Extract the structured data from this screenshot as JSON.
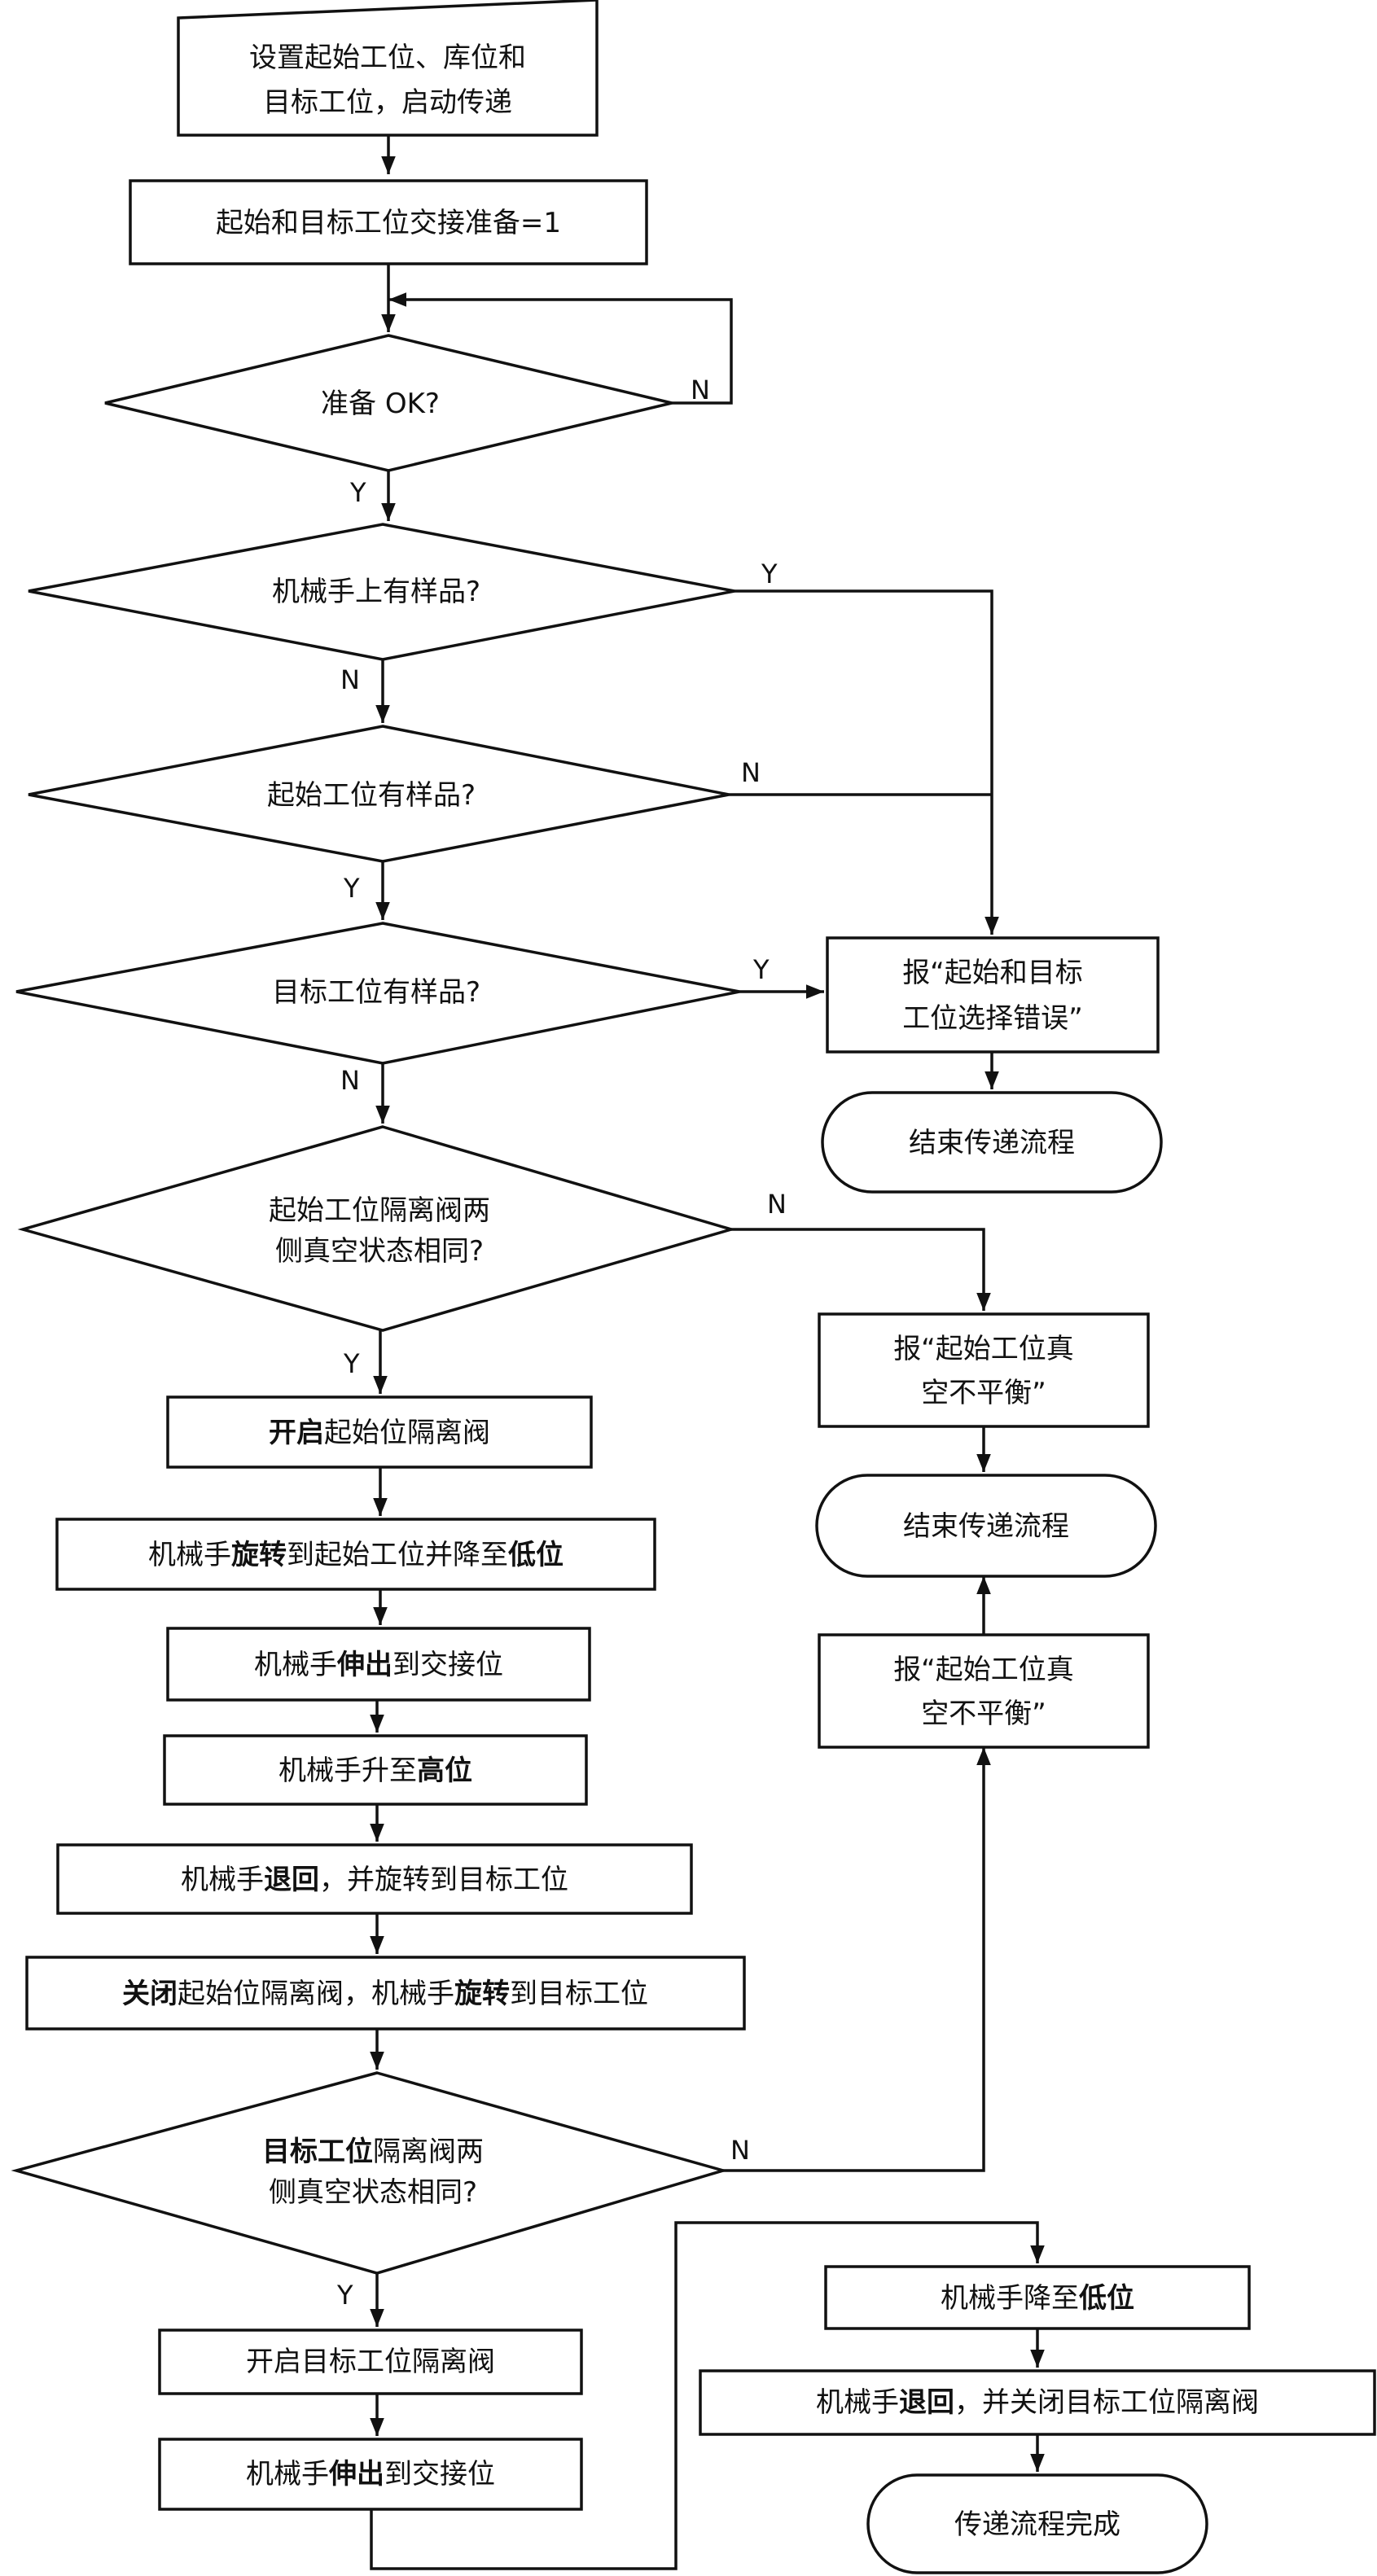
{
  "nodes": {
    "setup": {
      "line1": "设置起始工位、库位和",
      "line2": "目标工位，启动传递"
    },
    "prepare": {
      "text": "起始和目标工位交接准备=1"
    },
    "ready_check": {
      "text": "准备 OK?"
    },
    "arm_sample_check": {
      "text": "机械手上有样品?"
    },
    "start_sample_check": {
      "text": "起始工位有样品?"
    },
    "target_sample_check": {
      "text": "目标工位有样品?"
    },
    "report_select_error": {
      "line1": "报“起始和目标",
      "line2": "工位选择错误”"
    },
    "end_1": {
      "text": "结束传递流程"
    },
    "start_vacuum_check": {
      "line1": "起始工位隔离阀两",
      "line2": "侧真空状态相同?"
    },
    "report_vacuum_1": {
      "line1": "报“起始工位真",
      "line2": "空不平衡”"
    },
    "end_2": {
      "text": "结束传递流程"
    },
    "report_vacuum_2": {
      "line1": "报“起始工位真",
      "line2": "空不平衡”"
    },
    "open_start_valve": {
      "bold": "开启",
      "rest": "起始位隔离阀"
    },
    "rotate_to_start": {
      "p1": "机械手",
      "b1": "旋转",
      "p2": "到起始工位并降至",
      "b2": "低位"
    },
    "extend_1": {
      "p1": "机械手",
      "b1": "伸出",
      "p2": "到交接位"
    },
    "lift_high": {
      "p1": "机械手升至",
      "b1": "高位"
    },
    "retract_rotate": {
      "p1": "机械手",
      "b1": "退回",
      "p2": "，并旋转到目标工位"
    },
    "close_start_valve": {
      "b1": "关闭",
      "p1": "起始位隔离阀，机械手",
      "b2": "旋转",
      "p2": "到目标工位"
    },
    "target_vacuum_check": {
      "b1": "目标工位",
      "p1": "隔离阀两",
      "line2": "侧真空状态相同?"
    },
    "open_target_valve": {
      "text": "开启目标工位隔离阀"
    },
    "extend_2": {
      "p1": "机械手",
      "b1": "伸出",
      "p2": "到交接位"
    },
    "lower_low": {
      "p1": "机械手降至",
      "b1": "低位"
    },
    "retract_close": {
      "p1": "机械手",
      "b1": "退回",
      "p2": "，并关闭目标工位隔离阀"
    },
    "done": {
      "text": "传递流程完成"
    }
  },
  "edge_labels": {
    "ready_no": "N",
    "ready_yes": "Y",
    "arm_yes": "Y",
    "arm_no": "N",
    "start_no": "N",
    "start_yes": "Y",
    "target_yes": "Y",
    "target_no": "N",
    "start_vac_no": "N",
    "start_vac_yes": "Y",
    "target_vac_no": "N",
    "target_vac_yes": "Y"
  },
  "colors": {
    "stroke": "#111111",
    "fill": "#ffffff",
    "text": "#111111"
  }
}
